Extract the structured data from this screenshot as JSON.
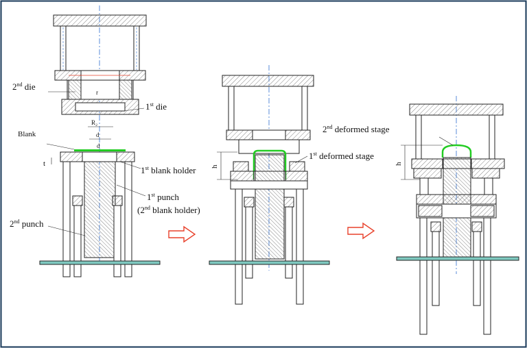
{
  "labels": {
    "second_die": {
      "num": "2",
      "sup": "nd",
      "text": " die"
    },
    "first_die": {
      "num": "1",
      "sup": "st",
      "text": " die"
    },
    "blank": "Blank",
    "t": "t",
    "first_blank_holder": {
      "num": "1",
      "sup": "st",
      "text": " blank holder"
    },
    "first_punch": {
      "num": "1",
      "sup": "st",
      "text": " punch"
    },
    "second_blank_holder": {
      "open": "(2",
      "sup": "nd",
      "text": " blank holder)"
    },
    "second_punch": {
      "num": "2",
      "sup": "nd",
      "text": " punch"
    },
    "first_deformed_stage": {
      "num": "1",
      "sup": "st",
      "text": " deformed stage"
    },
    "second_deformed_stage": {
      "num": "2",
      "sup": "nd",
      "text": " deformed stage"
    },
    "h1": "h",
    "h2": "h"
  },
  "dims": {
    "rd2": "R₂",
    "dp2": "d",
    "dp1": "d",
    "rp": "r"
  },
  "colors": {
    "blank_green": "#22cc22",
    "arrow_red": "#e8402a",
    "frame": "#1a3a5a",
    "center_line": "#2f6fd0",
    "hatch": "#555555"
  },
  "icons": [
    "arrow-right-icon",
    "arrow-right-icon"
  ]
}
